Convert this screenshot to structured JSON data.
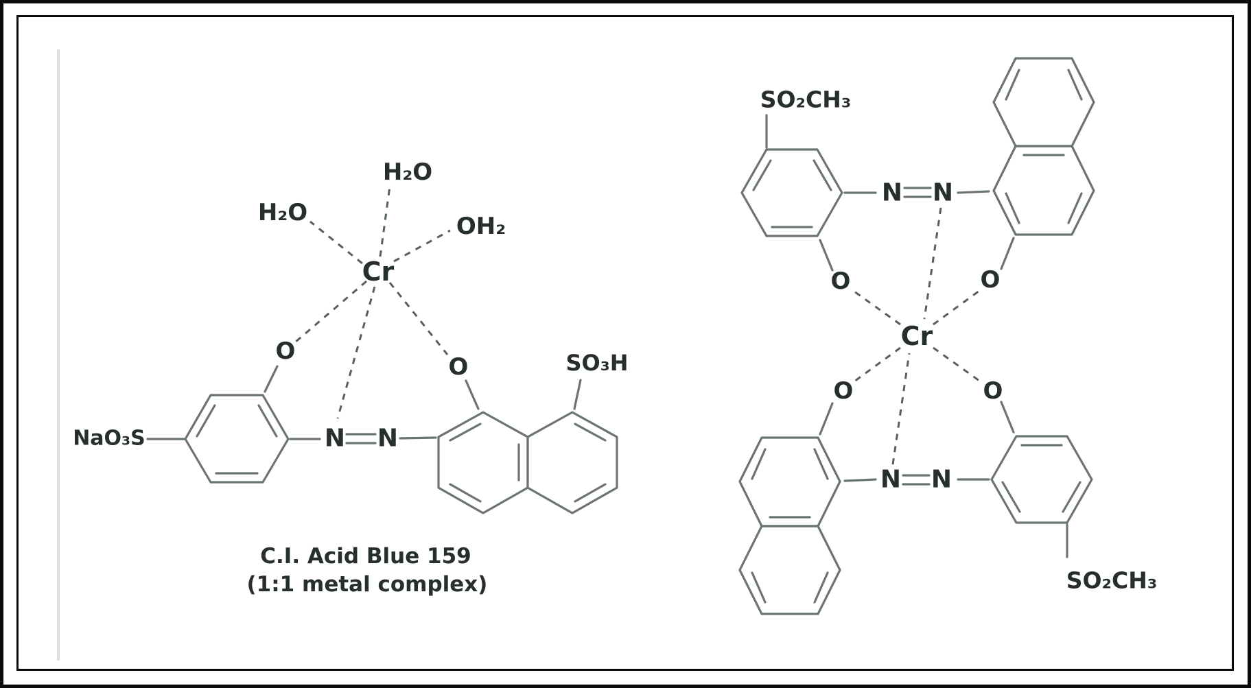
{
  "figure": {
    "left_structure": {
      "metal": "Cr",
      "water_top": "H₂O",
      "water_left": "H₂O",
      "water_right": "OH₂",
      "o_phenolate": "O",
      "o_naphtholate": "O",
      "n_azo_1": "N",
      "n_azo_2": "N",
      "sodium_sulfonate": "NaO₃S",
      "sulfonic_acid": "SO₃H",
      "caption_line1": "C.I. Acid Blue 159",
      "caption_line2": "(1:1 metal complex)"
    },
    "right_structure": {
      "metal": "Cr",
      "o_upper_left": "O",
      "o_upper_right": "O",
      "o_lower_left": "O",
      "o_lower_right": "O",
      "n_top_left": "N",
      "n_top_right": "N",
      "n_bottom_left": "N",
      "n_bottom_right": "N",
      "methylsulfonyl_top": "SO₂CH₃",
      "methylsulfonyl_bottom": "SO₂CH₃"
    }
  },
  "colors": {
    "bond": "#6a7470",
    "dash": "#55615c",
    "atom_text": "#272f2c",
    "border": "#0b0b0b",
    "rule_line": "#d8e1dd",
    "background": "#ffffff"
  }
}
